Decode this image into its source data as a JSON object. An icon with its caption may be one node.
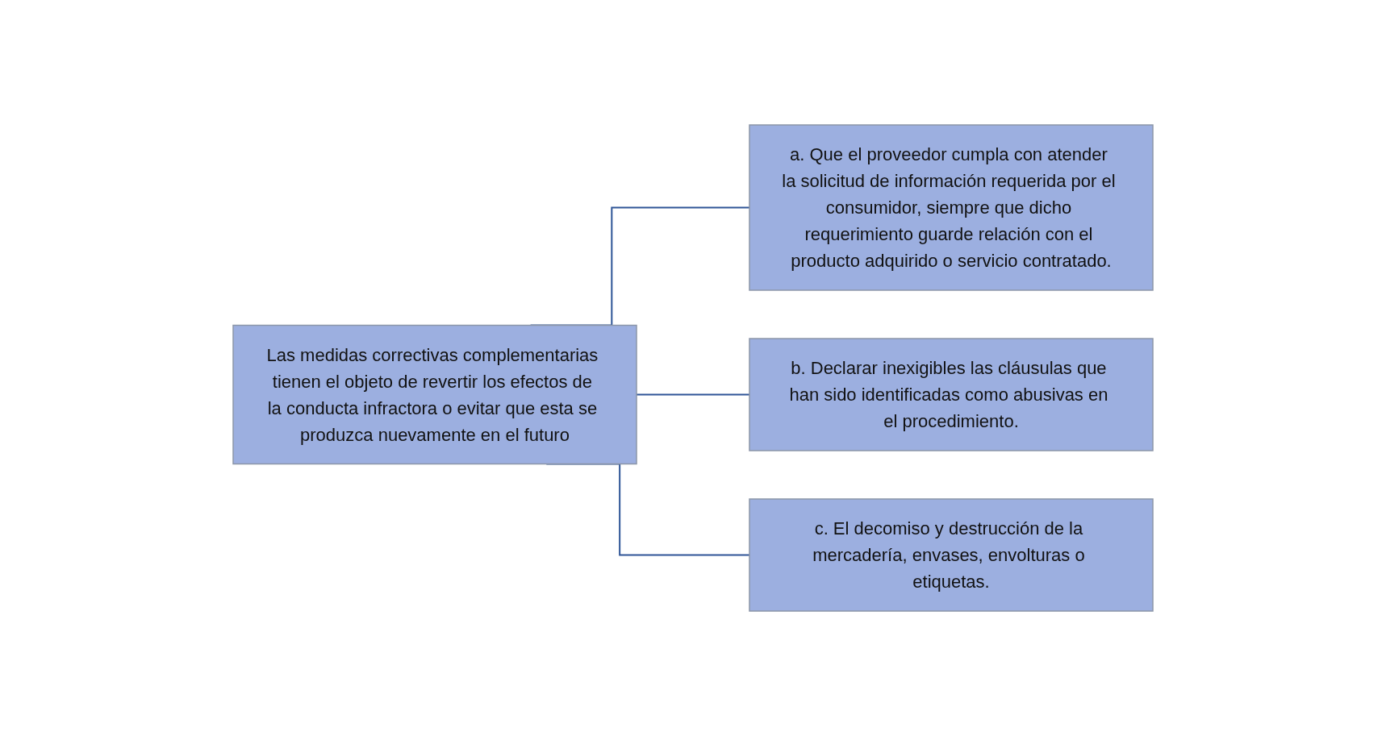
{
  "diagram": {
    "nodes": [
      {
        "text": [
          "Las medidas correctivas complementarias tienen el objeto de revertir los efectos de la conducta infractora o evitar que esta se produzca nuevamente en el futuro"
        ]
      },
      {
        "text": [
          "a. Que el proveedor cumpla con atender la solicitud de información requerida por el consumidor, siempre que dicho requerimiento guarde relación con el producto adquirido o servicio contratado."
        ]
      },
      {
        "text": [
          "b. Declarar inexigibles las cláusulas que han sido identificadas como abusivas en el procedimiento."
        ]
      },
      {
        "text": [
          "c. El decomiso y destrucción de la mercadería, envases, envolturas o etiquetas."
        ]
      }
    ],
    "edges": [
      {
        "from": 0,
        "to": 1,
        "arrow": "none"
      },
      {
        "from": 0,
        "to": 2,
        "arrow": "none"
      },
      {
        "from": 0,
        "to": 3,
        "arrow": "none"
      }
    ]
  }
}
